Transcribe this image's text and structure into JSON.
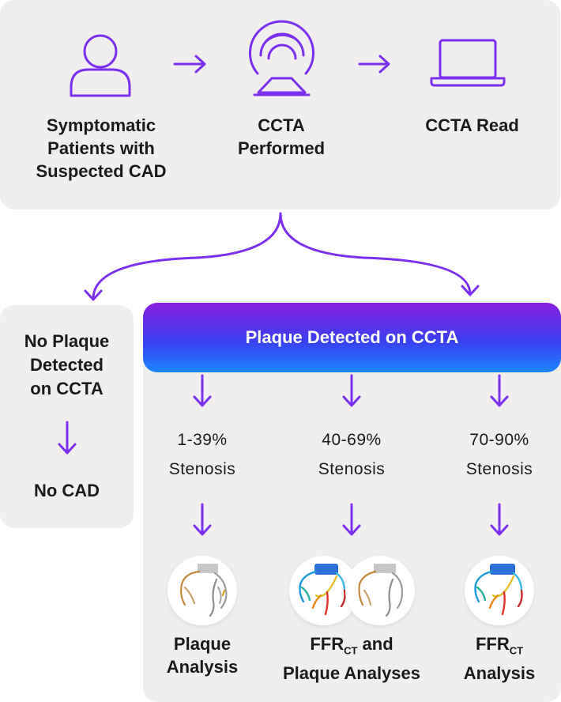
{
  "steps": [
    {
      "label_lines": [
        "Symptomatic",
        "Patients with",
        "Suspected CAD"
      ],
      "icon": "patient-icon"
    },
    {
      "label_lines": [
        "CCTA",
        "Performed"
      ],
      "icon": "ct-scanner-icon"
    },
    {
      "label_lines": [
        "CCTA Read"
      ],
      "icon": "laptop-icon"
    }
  ],
  "no_plaque": {
    "lines": [
      "No Plaque",
      "Detected",
      "on CCTA"
    ],
    "result": "No CAD"
  },
  "plaque": {
    "title": "Plaque Detected on CCTA",
    "branches": [
      {
        "range": "1-39%",
        "stenosis": "Stenosis",
        "analysis_line1": "Plaque",
        "analysis_line2": "Analysis"
      },
      {
        "range": "40-69%",
        "stenosis": "Stenosis",
        "analysis_line1_main": "FFR",
        "analysis_line1_sub": "CT",
        "analysis_line1_rest": " and",
        "analysis_line2": "Plaque Analyses"
      },
      {
        "range": "70-90%",
        "stenosis": "Stenosis",
        "analysis_line1_main": "FFR",
        "analysis_line1_sub": "CT",
        "analysis_line2": "Analysis"
      }
    ]
  },
  "colors": {
    "accent": "#7b2ff0",
    "panel": "#f1efee",
    "gradient_top": "#8a1fe0",
    "gradient_bottom": "#1b86ff"
  }
}
